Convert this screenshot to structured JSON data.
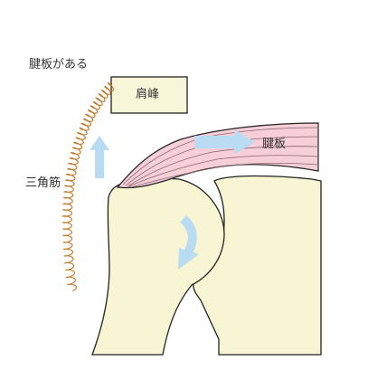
{
  "labels": {
    "rotator_cuff_present": "腱板がある",
    "acromion": "肩峰",
    "rotator_cuff": "腱板",
    "deltoid": "三角筋"
  },
  "colors": {
    "bone_fill": "#f7f5d3",
    "outline": "#222222",
    "tendon_fill": "#f6cfd9",
    "arrow_fill": "#b9dcf2",
    "coil": "#c07a2a",
    "acromion_fill": "#f8f6d8"
  },
  "icons": {
    "upward_arrow": "arrow-up-icon",
    "rightward_arrow": "arrow-right-icon",
    "downward_arrow": "arrow-curved-down-icon"
  }
}
